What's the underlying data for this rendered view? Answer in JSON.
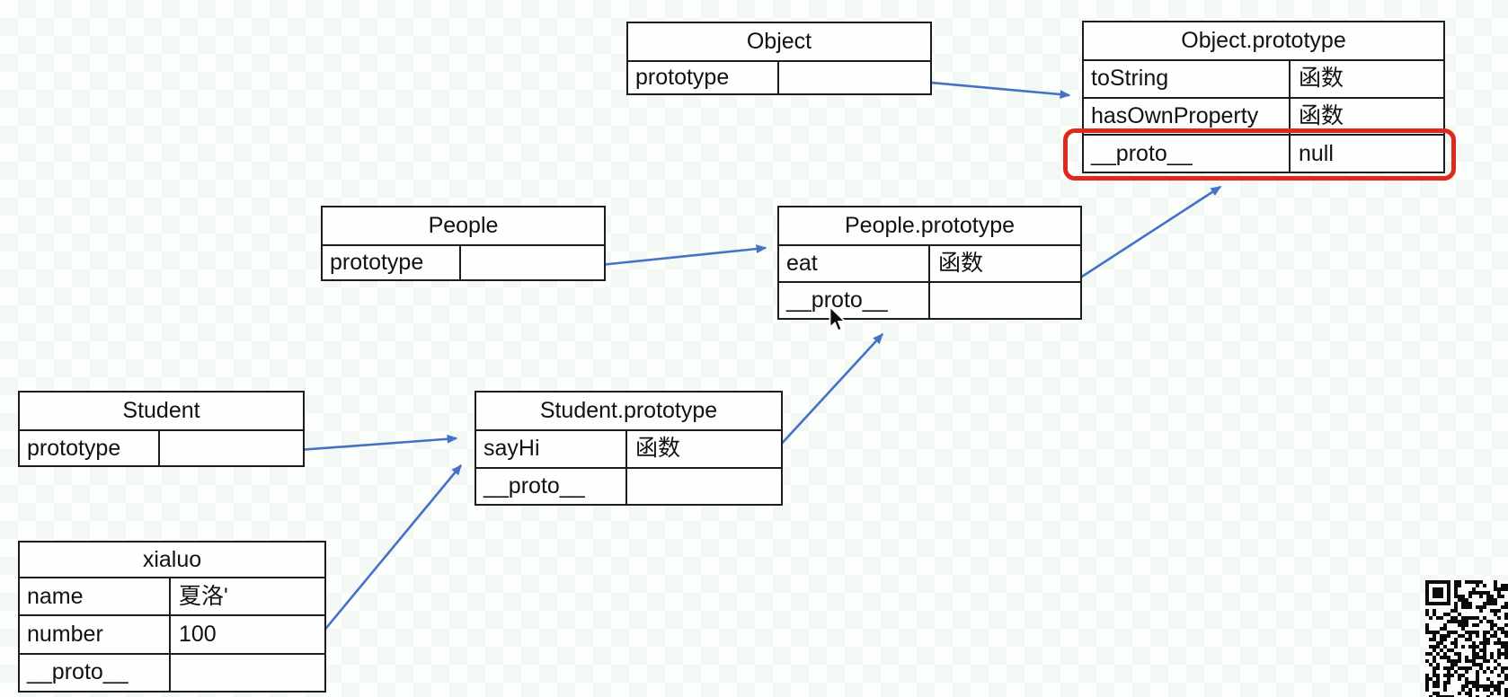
{
  "diagram": {
    "title_context": "JavaScript prototype chain diagram",
    "tables": [
      {
        "id": "object",
        "title": "Object",
        "rows": [
          {
            "key": "prototype",
            "value": ""
          }
        ]
      },
      {
        "id": "object-prototype",
        "title": "Object.prototype",
        "rows": [
          {
            "key": "toString",
            "value": "函数"
          },
          {
            "key": "hasOwnProperty",
            "value": "函数"
          },
          {
            "key": "__proto__",
            "value": "null",
            "highlighted": true
          }
        ]
      },
      {
        "id": "people",
        "title": "People",
        "rows": [
          {
            "key": "prototype",
            "value": ""
          }
        ]
      },
      {
        "id": "people-prototype",
        "title": "People.prototype",
        "rows": [
          {
            "key": "eat",
            "value": "函数"
          },
          {
            "key": "__proto__",
            "value": ""
          }
        ]
      },
      {
        "id": "student",
        "title": "Student",
        "rows": [
          {
            "key": "prototype",
            "value": ""
          }
        ]
      },
      {
        "id": "student-prototype",
        "title": "Student.prototype",
        "rows": [
          {
            "key": "sayHi",
            "value": "函数"
          },
          {
            "key": "__proto__",
            "value": ""
          }
        ]
      },
      {
        "id": "xialuo",
        "title": "xialuo",
        "rows": [
          {
            "key": "name",
            "value": "夏洛'"
          },
          {
            "key": "number",
            "value": "100"
          },
          {
            "key": "__proto__",
            "value": ""
          }
        ]
      }
    ],
    "arrows": [
      {
        "source_table": "Object",
        "source_row": "prototype",
        "target_table": "Object.prototype"
      },
      {
        "source_table": "People",
        "source_row": "prototype",
        "target_table": "People.prototype"
      },
      {
        "source_table": "Student",
        "source_row": "prototype",
        "target_table": "Student.prototype"
      },
      {
        "source_table": "xialuo",
        "source_row": "__proto__",
        "target_table": "Student.prototype"
      },
      {
        "source_table": "Student.prototype",
        "source_row": "__proto__",
        "target_table": "People.prototype"
      },
      {
        "source_table": "People.prototype",
        "source_row": "__proto__",
        "target_table": "Object.prototype"
      }
    ],
    "highlight": {
      "table": "Object.prototype",
      "row": "__proto__",
      "color": "#e0291d"
    },
    "colors": {
      "arrow_blue": "#4472c4",
      "highlight_red": "#e0291d",
      "table_border": "#1c1c1c"
    }
  }
}
